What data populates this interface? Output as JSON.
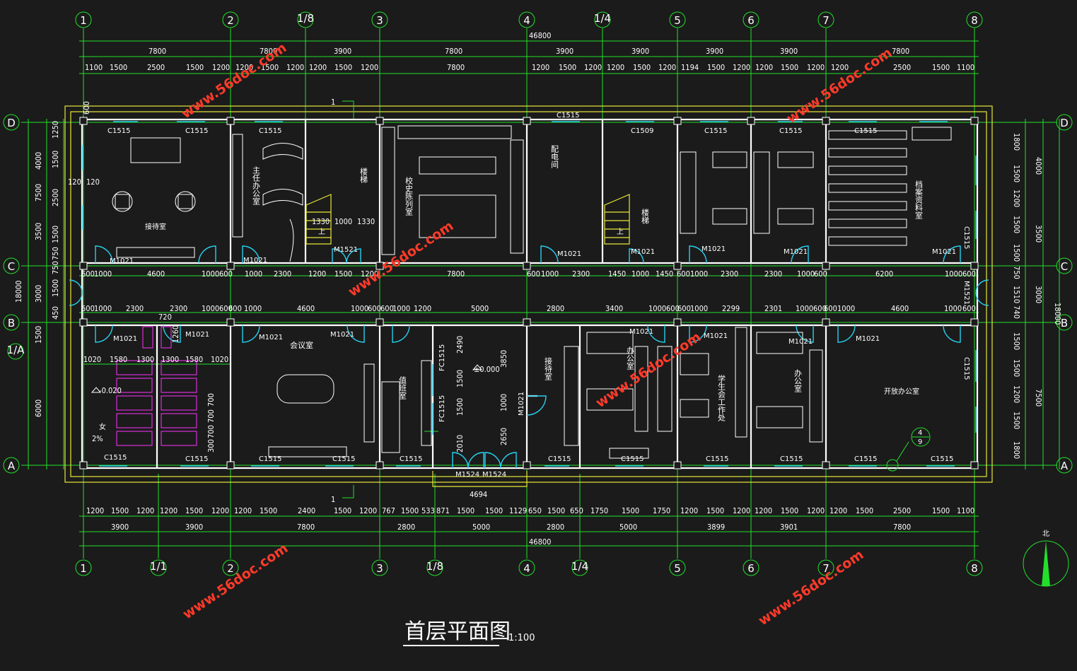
{
  "drawing": {
    "title": "首层平面图",
    "scale": "1:100",
    "north_label": "北",
    "watermark": "www.56doc.com"
  },
  "axes": {
    "top": [
      "1",
      "2",
      "1/8",
      "3",
      "4",
      "1/4",
      "5",
      "6",
      "7",
      "8"
    ],
    "bottom": [
      "1",
      "1/1",
      "2",
      "3",
      "1/8",
      "4",
      "1/4",
      "5",
      "6",
      "7",
      "8"
    ],
    "rows": [
      "D",
      "C",
      "B",
      "A"
    ],
    "row_extra": "1/A"
  },
  "dims": {
    "total": "46800",
    "top_bays": [
      "7800",
      "3900",
      "7800",
      "3900",
      "3900",
      "3900",
      "3900",
      "7800"
    ],
    "top_bay_2": "7800",
    "top_detail": [
      "1100",
      "1500",
      "2500",
      "1500",
      "1200",
      "1200",
      "1500",
      "1200",
      "1200",
      "1500",
      "1200",
      "7800",
      "1200",
      "1500",
      "1200",
      "1200",
      "1500",
      "1200",
      "1194",
      "1500",
      "1200",
      "1200",
      "1500",
      "1200",
      "1200",
      "2500",
      "1500",
      "1100"
    ],
    "bottom_detail": [
      "1200",
      "1500",
      "1200",
      "1200",
      "1500",
      "1200",
      "1200",
      "1500",
      "2400",
      "1500",
      "1200",
      "767",
      "1500",
      "533",
      "871",
      "1500",
      "1500",
      "1129",
      "650",
      "1500",
      "650",
      "1750",
      "1500",
      "1750",
      "1200",
      "1500",
      "1200",
      "1200",
      "1500",
      "1200",
      "1200",
      "1500",
      "2500",
      "1500",
      "1100"
    ],
    "bottom_bays": [
      "3900",
      "3900",
      "7800",
      "2800",
      "5000",
      "2800",
      "5000",
      "3899",
      "3901",
      "7800"
    ],
    "bottom_entrance": "4694",
    "left_outer": "18000",
    "left_mid": [
      "7500",
      "3000",
      "6000"
    ],
    "left_inner": [
      "1250",
      "1500",
      "2500",
      "3500",
      "1500",
      "750",
      "1500",
      "750",
      "450",
      "1500"
    ],
    "left_4000": "4000",
    "right_outer": "18000",
    "right_mid": [
      "4000",
      "3500",
      "3000",
      "7500"
    ],
    "right_inner": [
      "1800",
      "1500",
      "1200",
      "1500",
      "1500",
      "750",
      "1510",
      "740",
      "1500",
      "1500",
      "1200",
      "1500",
      "1800"
    ],
    "c_row": [
      "600",
      "1000",
      "4600",
      "1000",
      "600",
      "1000",
      "2300",
      "1200",
      "1500",
      "1200",
      "7800",
      "600",
      "1000",
      "2300",
      "1450",
      "1000",
      "1450",
      "600",
      "1000",
      "2300",
      "2300",
      "1000",
      "600",
      "6200",
      "1000",
      "600"
    ],
    "b_row": [
      "600",
      "1000",
      "2300",
      "2300",
      "1000",
      "600",
      "600",
      "1000",
      "4600",
      "1000",
      "600",
      "600",
      "1000",
      "1200",
      "5000",
      "2800",
      "3400",
      "1000",
      "600",
      "600",
      "1000",
      "2299",
      "2301",
      "1000",
      "600",
      "600",
      "1000",
      "4600",
      "1000",
      "600"
    ],
    "toilet": [
      "720",
      "1260",
      "1020",
      "1580",
      "1300",
      "1300",
      "1580",
      "1020"
    ],
    "stair": [
      "1330",
      "1000",
      "1330"
    ],
    "small": [
      "120",
      "120",
      "600",
      "2490",
      "1500",
      "1500",
      "2010",
      "3850",
      "1000",
      "2650"
    ],
    "toilet_v": [
      "700",
      "700",
      "700",
      "300"
    ]
  },
  "labels": {
    "windows": [
      "C1515",
      "C1515",
      "C1515",
      "C1515",
      "C1509",
      "C1515",
      "C1515",
      "C1515",
      "C1515",
      "C1515",
      "C1515",
      "C1515",
      "C1515",
      "C1515",
      "C1515",
      "C1515",
      "C1515",
      "C1515",
      "C1515",
      "C1515",
      "C1515",
      "FC1515",
      "FC1515"
    ],
    "doors": [
      "M1021",
      "M1021",
      "M1521",
      "M1021",
      "M1021",
      "M1021",
      "M1021",
      "M1021",
      "M1021",
      "M1021",
      "M1021",
      "M1021",
      "M1021",
      "M1021",
      "M1021",
      "M1021",
      "M1021",
      "M1021",
      "M1524",
      "M1524",
      "M1521"
    ],
    "elev_zero": "±0.000",
    "elev_toilet": "-0.020",
    "slope": "2%",
    "section_mark": "1",
    "detail_top": "4",
    "detail_bottom": "9",
    "up_mark": "上",
    "female": "女"
  },
  "rooms": {
    "reception": "接待室",
    "director": "主任办公室",
    "stair1": "楼梯",
    "history": "校史陈列室",
    "power": "配电间",
    "stair2": "楼梯",
    "archive": "档案资料室",
    "meeting": "会议室",
    "duty": "值班室",
    "reception2": "接待室",
    "office": "办公室",
    "student": "学生会工作处",
    "office2": "办公室",
    "open_office": "开放办公室"
  }
}
